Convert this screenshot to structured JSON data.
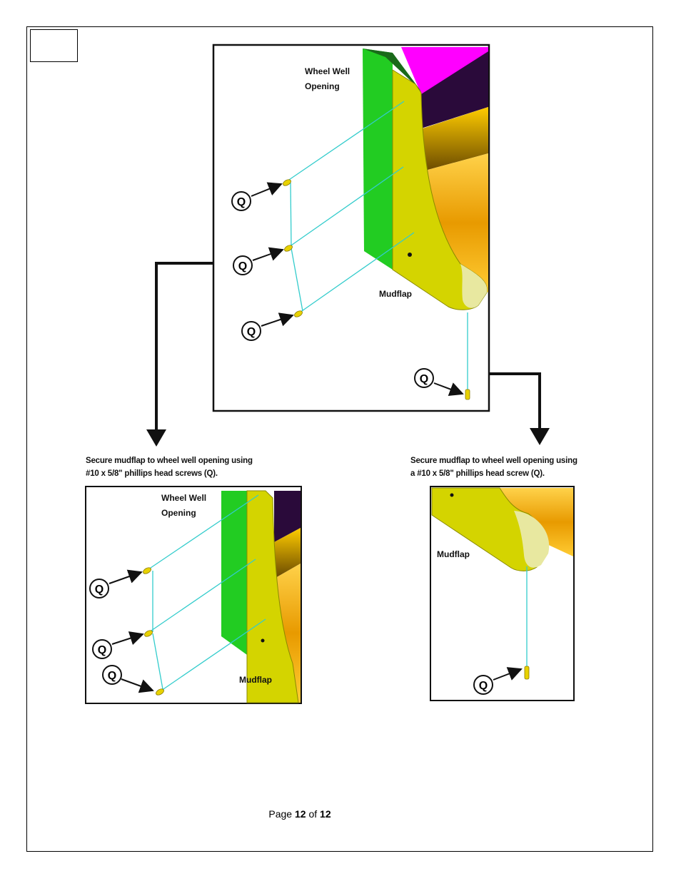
{
  "page": {
    "footer": {
      "prefix": "Page",
      "current": "12",
      "middle": "of",
      "total": "12"
    }
  },
  "figures": {
    "main": {
      "wheel_well_line1": "Wheel Well",
      "wheel_well_line2": "Opening",
      "mudflap_label": "Mudflap",
      "callout": "Q"
    },
    "left_detail": {
      "caption_line1": "Secure mudflap to wheel well opening using",
      "caption_line2": "#10 x 5/8\" phillips head screws (Q).",
      "wheel_well_line1": "Wheel Well",
      "wheel_well_line2": "Opening",
      "mudflap_label": "Mudflap",
      "callout": "Q"
    },
    "right_detail": {
      "caption_line1": "Secure mudflap to wheel well opening using",
      "caption_line2": "a #10 x 5/8\" phillips head screw (Q).",
      "mudflap_label": "Mudflap",
      "callout": "Q"
    }
  },
  "colors": {
    "green_panel": "#22cc22",
    "mudflap_yellow": "#d4d400",
    "dark_purple": "#2a0a3a",
    "magenta": "#ff00ff",
    "orange": "#f0a000",
    "guide_cyan": "#33cccc"
  }
}
